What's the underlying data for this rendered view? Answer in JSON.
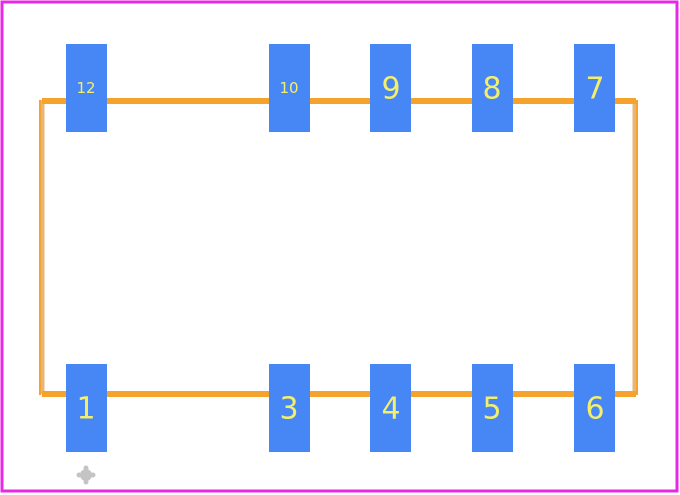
{
  "footprint": {
    "colors": {
      "board_outline": "#e629e6",
      "silkscreen": "#f5a32c",
      "courtyard": "#e8b67a",
      "pad": "#4786f5",
      "pad_label": "#f4ef6a",
      "pin1_marker": "#c4c4c4"
    },
    "pads_top": [
      {
        "id": "pad-12",
        "label": "12"
      },
      {
        "id": "pad-10",
        "label": "10"
      },
      {
        "id": "pad-9",
        "label": "9"
      },
      {
        "id": "pad-8",
        "label": "8"
      },
      {
        "id": "pad-7",
        "label": "7"
      }
    ],
    "pads_bottom": [
      {
        "id": "pad-1",
        "label": "1"
      },
      {
        "id": "pad-3",
        "label": "3"
      },
      {
        "id": "pad-4",
        "label": "4"
      },
      {
        "id": "pad-5",
        "label": "5"
      },
      {
        "id": "pad-6",
        "label": "6"
      }
    ]
  }
}
